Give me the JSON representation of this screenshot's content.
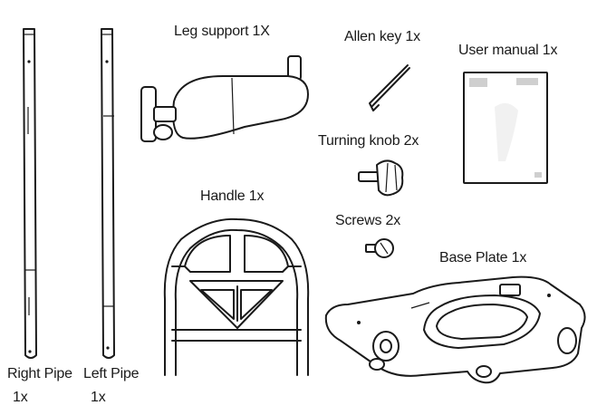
{
  "parts": {
    "leg_support": "Leg support 1X",
    "allen_key": "Allen key 1x",
    "user_manual": "User manual 1x",
    "turning_knob": "Turning knob 2x",
    "handle": "Handle 1x",
    "screws": "Screws 2x",
    "base_plate": "Base Plate 1x",
    "right_pipe_line1": "Right Pipe",
    "right_pipe_line2": "1x",
    "left_pipe_line1": "Left Pipe",
    "left_pipe_line2": "1x"
  },
  "colors": {
    "line": "#1a1a1a",
    "background": "#ffffff",
    "manual_cover": "#e9e9e9"
  }
}
